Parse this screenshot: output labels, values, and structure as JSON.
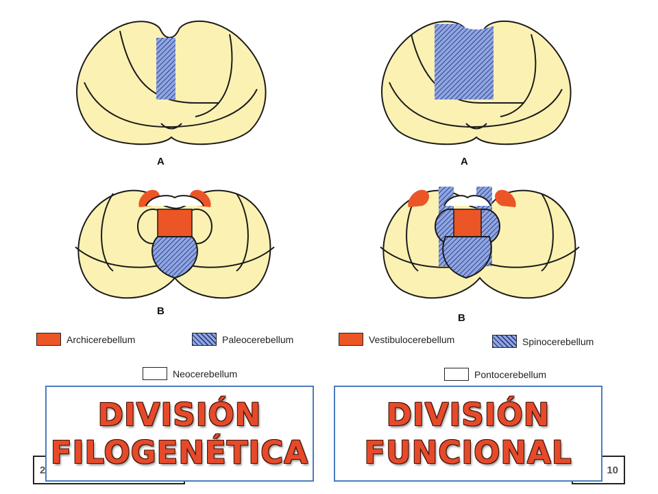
{
  "colors": {
    "cerebellum_fill": "#fbf1b3",
    "archicerebellum": "#ec5525",
    "paleocerebellum": "#8ea6e6",
    "title_text": "#e64a2a",
    "title_border": "#4a7bbd"
  },
  "left_panel": {
    "figure_a_label": "A",
    "figure_b_label": "B",
    "legend": {
      "orange_label": "Archicerebellum",
      "blue_label": "Paleocerebellum",
      "white_label": "Neocerebellum"
    },
    "title_line1": "DIVISIÓN",
    "title_line2": "FILOGENÉTICA"
  },
  "right_panel": {
    "figure_a_label": "A",
    "figure_b_label": "B",
    "legend": {
      "orange_label": "Vestibulocerebellum",
      "blue_label": "Spinocerebellum",
      "white_label": "Pontocerebellum"
    },
    "title_line1": "DIVISIÓN",
    "title_line2": "FUNCIONAL"
  },
  "footer": {
    "left_text": "2",
    "right_text": "10"
  }
}
